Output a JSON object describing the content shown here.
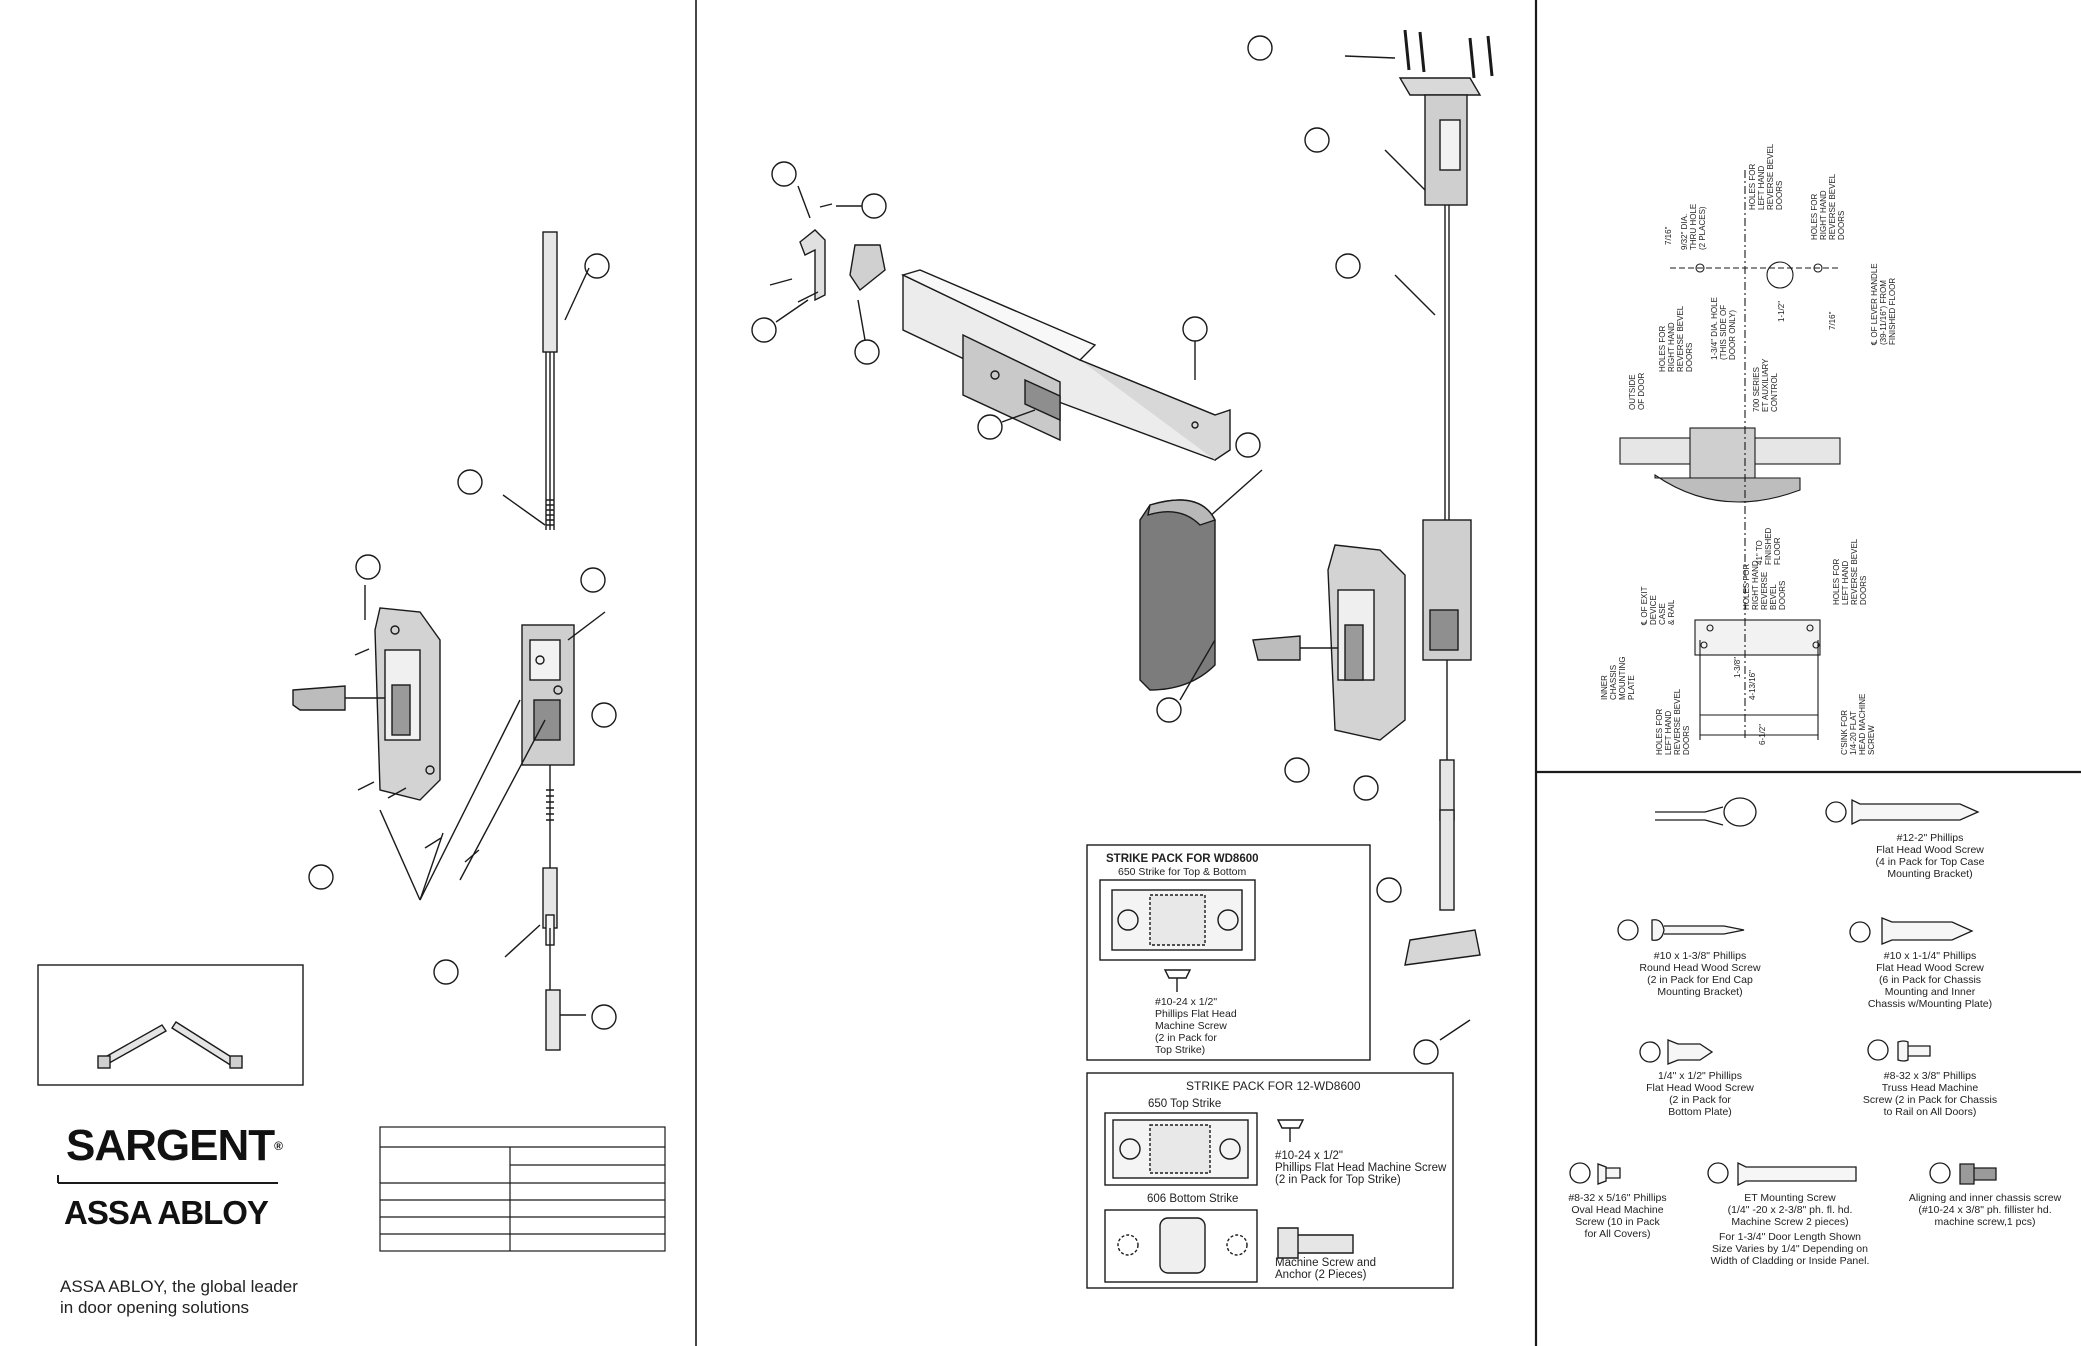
{
  "brand": {
    "name": "SARGENT",
    "registered": "®",
    "parent": "ASSA ABLOY",
    "tagline_line1": "ASSA ABLOY, the global leader",
    "tagline_line2": "in door opening solutions"
  },
  "strike_wd8600": {
    "title": "STRIKE PACK FOR WD8600",
    "subtitle": "650 Strike for Top & Bottom",
    "screw_line1": "#10-24 x 1/2\"",
    "screw_line2": "Phillips Flat Head",
    "screw_line3": "Machine Screw",
    "screw_line4": "(2 in Pack for",
    "screw_line5": "Top Strike)"
  },
  "strike_12wd8600": {
    "title": "STRIKE PACK FOR 12-WD8600",
    "top_label": "650 Top Strike",
    "top_screw_line1": "#10-24 x 1/2\"",
    "top_screw_line2": "Phillips Flat Head Machine Screw",
    "top_screw_line3": "(2 in Pack for Top Strike)",
    "bottom_label": "606 Bottom Strike",
    "anchor_line1": "Machine Screw and",
    "anchor_line2": "Anchor (2 Pieces)"
  },
  "hardware": {
    "screw_12_2": [
      "#12-2\" Phillips",
      "Flat Head Wood Screw",
      "(4 in Pack for Top Case",
      "Mounting Bracket)"
    ],
    "screw_10_138": [
      "#10 x 1-3/8\"  Phillips",
      "Round Head Wood Screw",
      "(2 in Pack for End Cap",
      "Mounting Bracket)"
    ],
    "screw_10_114": [
      "#10 x 1-1/4\" Phillips",
      "Flat Head Wood Screw",
      "(6 in Pack for Chassis",
      "Mounting and Inner",
      "Chassis w/Mounting Plate)"
    ],
    "screw_14_12": [
      "1/4\" x 1/2\" Phillips",
      "Flat Head Wood Screw",
      "(2 in Pack for",
      "Bottom Plate)"
    ],
    "screw_8_38": [
      "#8-32 x 3/8\" Phillips",
      "Truss Head Machine",
      "Screw (2 in Pack for Chassis",
      "to Rail on All Doors)"
    ],
    "screw_8_516": [
      "#8-32 x 5/16\" Phillips",
      "Oval Head Machine",
      "Screw (10 in Pack",
      "for All Covers)"
    ],
    "et_screw": [
      "ET Mounting Screw",
      "(1/4\" -20 x 2-3/8\" ph. fl. hd.",
      "Machine Screw 2 pieces)",
      "For 1-3/4\" Door Length Shown",
      "Size Varies by 1/4\" Depending on",
      "Width of Cladding or Inside Panel."
    ],
    "chassis_screw": [
      "Aligning and inner chassis screw",
      "(#10-24 x 3/8\" ph. fillister hd.",
      "machine screw,1 pcs)"
    ]
  },
  "template_labels": {
    "holes_top": [
      "9/32\" DIA.",
      "THRU HOLE",
      "(2 PLACES)"
    ],
    "holes_lh": [
      "HOLES FOR",
      "LEFT HAND",
      "REVERSE BEVEL",
      "DOORS"
    ],
    "holes_rh_top": [
      "HOLES FOR",
      "RIGHT HAND",
      "REVERSE BEVEL",
      "DOORS"
    ],
    "cl_lever": [
      "℄ OF LEVER HANDLE",
      "(39-11/16\") FROM",
      "FINISHED FLOOR"
    ],
    "dim_716": "7/16\"",
    "dim_112": "1-1/2\"",
    "dim_716b": "7/16\"",
    "holes_rh_mid": [
      "HOLES FOR",
      "RIGHT HAND",
      "REVERSE BEVEL",
      "DOORS"
    ],
    "thru_hole": [
      "1-3/4\" DIA. HOLE",
      "(THIS SIDE OF",
      "DOOR ONLY)"
    ],
    "et_aux": [
      "700 SERIES",
      "ET AUXILIARY",
      "CONTROL"
    ],
    "outside": [
      "OUTSIDE",
      "OF DOOR"
    ],
    "finished_floor": [
      "41\" TO",
      "FINISHED",
      "FLOOR"
    ],
    "cl_exit": [
      "℄ OF EXIT",
      "DEVICE",
      "CASE",
      "& RAIL"
    ],
    "holes_rh_low": [
      "HOLES FOR",
      "RIGHT HAND",
      "REVERSE",
      "BEVEL",
      "DOORS"
    ],
    "holes_lh_low": [
      "HOLES FOR",
      "LEFT HAND",
      "REVERSE BEVEL",
      "DOORS"
    ],
    "inner_chassis": [
      "INNER",
      "CHASSIS",
      "MOUNTING",
      "PLATE"
    ],
    "holes_lh_bottom": [
      "HOLES FOR",
      "LEFT HAND",
      "REVERSE BEVEL",
      "DOORS"
    ],
    "csink": [
      "C'SINK FOR",
      "1/4-20 FLAT",
      "HEAD MACHINE",
      "SCREW"
    ],
    "dim_1_38": "1-3/8\"",
    "dim_4_1316": "4-13/16\"",
    "dim_6_12": "6-1/2\""
  },
  "colors": {
    "line": "#1a1a1a",
    "fill_light": "#d9d9d9",
    "fill_mid": "#a8a8a8"
  }
}
